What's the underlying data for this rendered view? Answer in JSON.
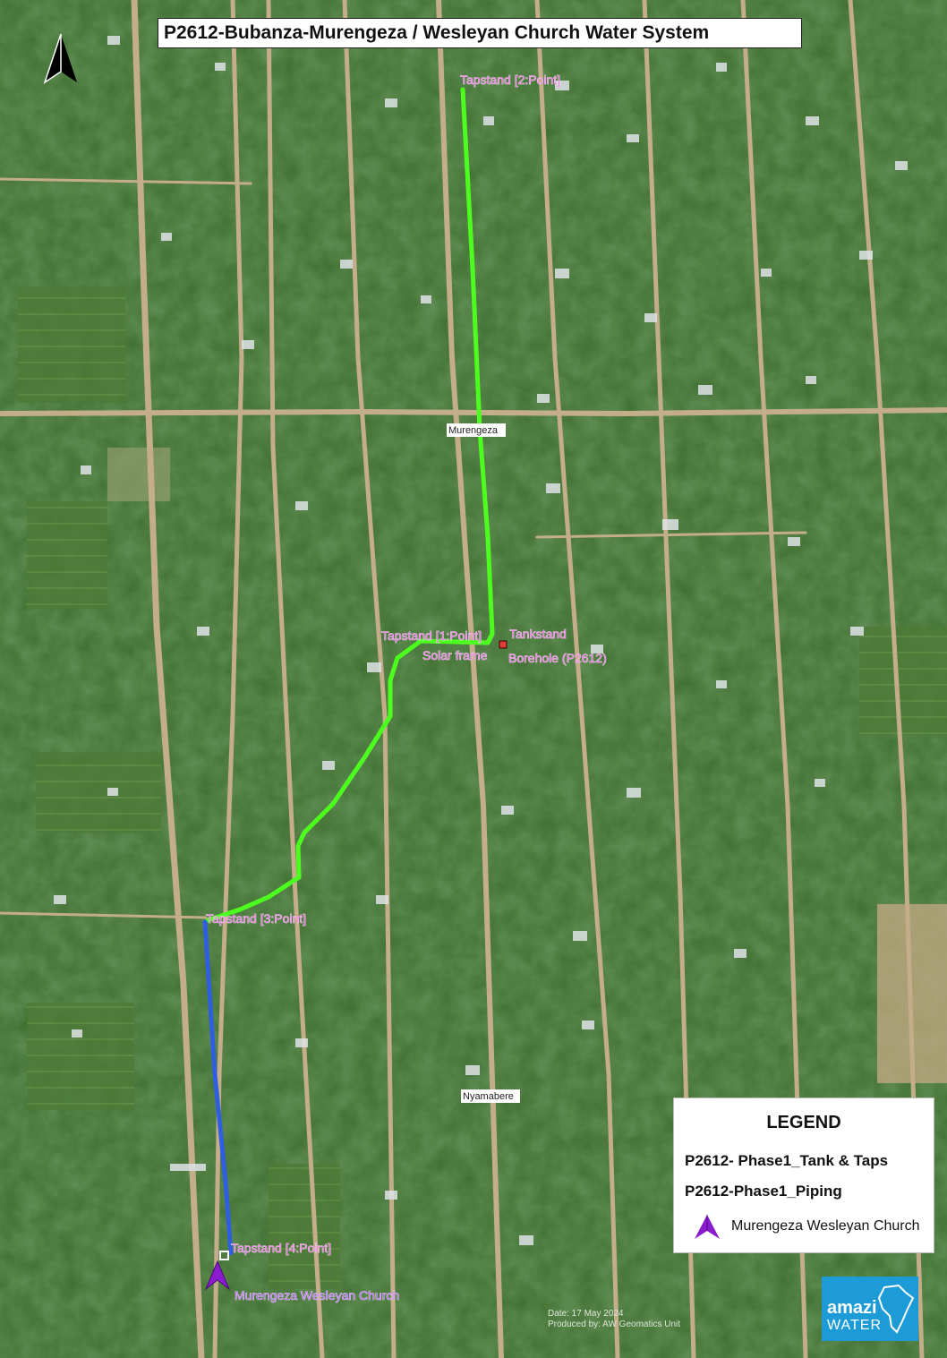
{
  "map": {
    "title": "P2612-Bubanza-Murengeza / Wesleyan Church Water System",
    "colors": {
      "land": "#3f6e2f",
      "vegetation": "#2d5a22",
      "road": "#c9b28f",
      "roof": "#dfe3e6",
      "green_piping": "#4cff1e",
      "blue_piping": "#2f5fe0",
      "label_pink": "#e96ee0",
      "church_purple": "#8a1ccf",
      "tank_red": "#e23b3b"
    },
    "places": [
      {
        "name": "Murengeza"
      },
      {
        "name": "Nyamabere"
      }
    ],
    "features": [
      {
        "label": "Tapstand [2:Point]"
      },
      {
        "label": "Tapstand [1:Point]"
      },
      {
        "label": "Tankstand"
      },
      {
        "label": "Solar frame"
      },
      {
        "label": "Borehole (P2612)"
      },
      {
        "label": "Tapstand [3:Point]"
      },
      {
        "label": "Tapstand [4:Point]"
      },
      {
        "label": "Murengeza Wesleyan Church"
      }
    ],
    "north_arrow_icon": "north-arrow-icon"
  },
  "legend": {
    "title": "LEGEND",
    "items": [
      {
        "label": "P2612- Phase1_Tank & Taps"
      },
      {
        "label": "P2612-Phase1_Piping"
      },
      {
        "label": "Murengeza Wesleyan Church",
        "icon": "church-tent-icon"
      }
    ]
  },
  "footer": {
    "date": "Date:  17 May 2024",
    "produced": "Produced by: AW Geomatics Unit"
  },
  "logo": {
    "word": "amazi",
    "sub": "WATER",
    "icon": "africa-icon"
  }
}
